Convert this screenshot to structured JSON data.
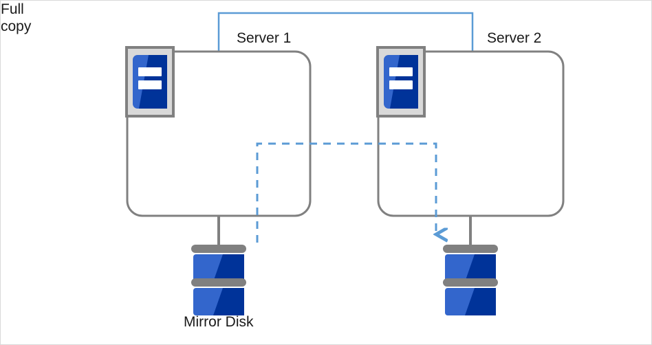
{
  "diagram": {
    "title": "Mirror Disk full copy between two servers",
    "nodes": [
      {
        "id": "server1",
        "label": "Server 1",
        "type": "server-box",
        "icon": "server-icon"
      },
      {
        "id": "server2",
        "label": "Server 2",
        "type": "server-box",
        "icon": "server-icon"
      },
      {
        "id": "disk1",
        "label": "Mirror Disk",
        "type": "disk-stack",
        "icon": "disk-icon"
      },
      {
        "id": "disk2",
        "label": "",
        "type": "disk-stack",
        "icon": "disk-icon"
      }
    ],
    "connections": [
      {
        "id": "interconnect",
        "from": "server1",
        "to": "server2",
        "style": "solid",
        "color": "#5b9bd5",
        "label": ""
      },
      {
        "id": "full-copy",
        "from": "disk1",
        "to": "disk2",
        "style": "dashed",
        "color": "#5b9bd5",
        "label": "Full\ncopy",
        "arrow": "end"
      },
      {
        "id": "server1-disk1",
        "from": "server1",
        "to": "disk1",
        "style": "solid",
        "color": "#808080",
        "label": ""
      },
      {
        "id": "server2-disk2",
        "from": "server2",
        "to": "disk2",
        "style": "solid",
        "color": "#808080",
        "label": ""
      }
    ],
    "labels": {
      "server1": "Server 1",
      "server2": "Server 2",
      "mirror_disk": "Mirror Disk",
      "full_copy_line1": "Full",
      "full_copy_line2": "copy"
    },
    "colors": {
      "accent_blue": "#5b9bd5",
      "box_stroke": "#808080",
      "icon_blue_light": "#3366cc",
      "icon_blue_dark": "#003399",
      "icon_frame": "#808080",
      "icon_bg": "#d9d9d9",
      "page_border": "#d9d9d9",
      "text": "#1a1a1a",
      "white": "#ffffff"
    }
  }
}
